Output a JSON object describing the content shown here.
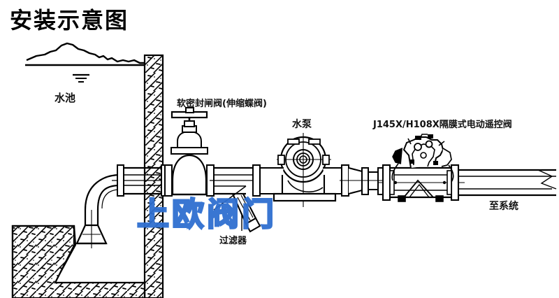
{
  "page": {
    "title": "安装示意图",
    "background_color": "#ffffff",
    "line_color": "#000000",
    "watermark": {
      "text": "上欧阀门",
      "color": "#2f6fd0"
    }
  },
  "labels": {
    "pool": "水池",
    "gate_valve": "软密封闸阀(伸缩蝶阀)",
    "pump": "水泵",
    "control_valve": "J145X/H108X隔膜式电动遥控阀",
    "strainer": "过滤器",
    "to_system": "至系统"
  },
  "components": [
    {
      "name": "water-pool",
      "label": "水池",
      "type": "reservoir"
    },
    {
      "name": "bell-mouth-inlet",
      "label": "",
      "type": "suction-bell"
    },
    {
      "name": "elbow-pipe",
      "label": "",
      "type": "elbow"
    },
    {
      "name": "wall",
      "label": "",
      "type": "concrete-wall"
    },
    {
      "name": "gate-valve",
      "label": "软密封闸阀(伸缩蝶阀)",
      "type": "gate-valve"
    },
    {
      "name": "y-strainer",
      "label": "过滤器",
      "type": "strainer"
    },
    {
      "name": "centrifugal-pump",
      "label": "水泵",
      "type": "pump"
    },
    {
      "name": "diaphragm-control-valve",
      "label": "J145X/H108X隔膜式电动遥控阀",
      "type": "control-valve"
    },
    {
      "name": "outlet-pipe",
      "label": "至系统",
      "type": "pipe"
    }
  ]
}
